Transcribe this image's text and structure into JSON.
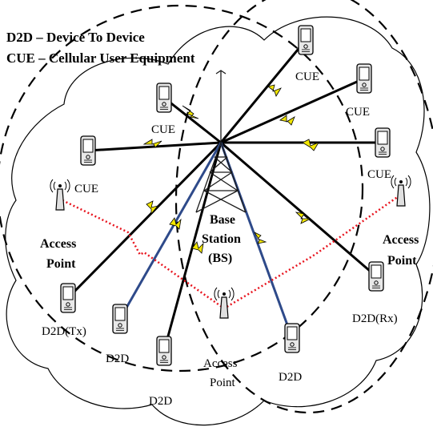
{
  "legend": {
    "line1": "D2D – Device To Device",
    "line2": "CUE – Cellular User Equipment"
  },
  "labels": {
    "cue": "CUE",
    "base_station": [
      "Base",
      "Station",
      "(BS)"
    ],
    "access_point": [
      "Access",
      "Point"
    ],
    "d2d": "D2D",
    "d2d_tx": "D2D(Tx)",
    "d2d_rx": "D2D(Rx)"
  },
  "colors": {
    "tower": "#1a1a1a",
    "link_black": "#000000",
    "link_blue": "#2e4a8a",
    "zigzag_yellow": "#f2e600",
    "access_link_red": "#e8141e",
    "cloud_stroke": "#000000"
  },
  "icons": {
    "phone": "mobile-phone-icon",
    "access_point": "wifi-access-point-icon",
    "tower": "cell-tower-icon"
  }
}
